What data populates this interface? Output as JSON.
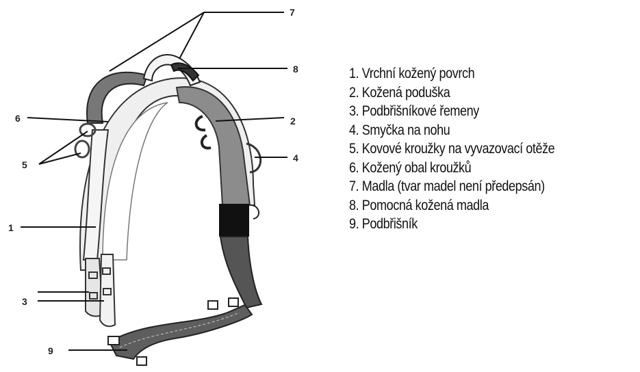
{
  "callouts": [
    "7",
    "8",
    "6",
    "2",
    "5",
    "4",
    "1",
    "3",
    "9"
  ],
  "legend": [
    "1. Vrchní kožený povrch",
    "2. Kožená poduška",
    "3. Podbřišníkové řemeny",
    "4. Smyčka na nohu",
    "5. Kovové kroužky na vyvazovací otěže",
    "6. Kožený obal kroužků",
    "7. Madla (tvar madel není předepsán)",
    "8. Pomocná kožená madla",
    "9. Podbřišník"
  ]
}
